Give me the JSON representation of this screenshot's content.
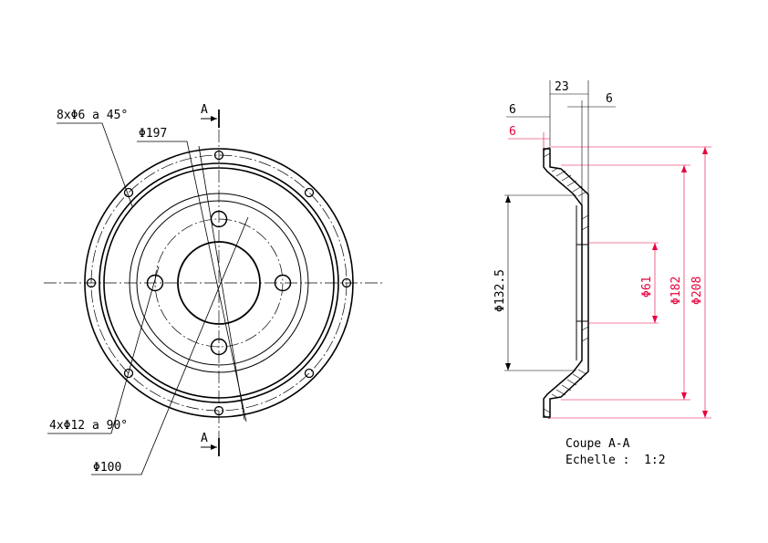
{
  "front_view": {
    "hole_pattern_small": "8xΦ6 a 45°",
    "diameter_197": "Φ197",
    "hole_pattern_large": "4xΦ12 a 90°",
    "diameter_100": "Φ100",
    "section_mark_top": "A",
    "section_mark_bottom": "A"
  },
  "section_view": {
    "dim_23": "23",
    "dim_6_right": "6",
    "dim_6_left": "6",
    "dim_6_red": "6",
    "dim_132_5": "Φ132.5",
    "dim_61": "Φ61",
    "dim_182": "Φ182",
    "dim_208": "Φ208",
    "caption_title": "Coupe A-A",
    "caption_scale": "Echelle :  1:2"
  },
  "colors": {
    "line": "#000000",
    "dimension_red": "#e8003c"
  }
}
